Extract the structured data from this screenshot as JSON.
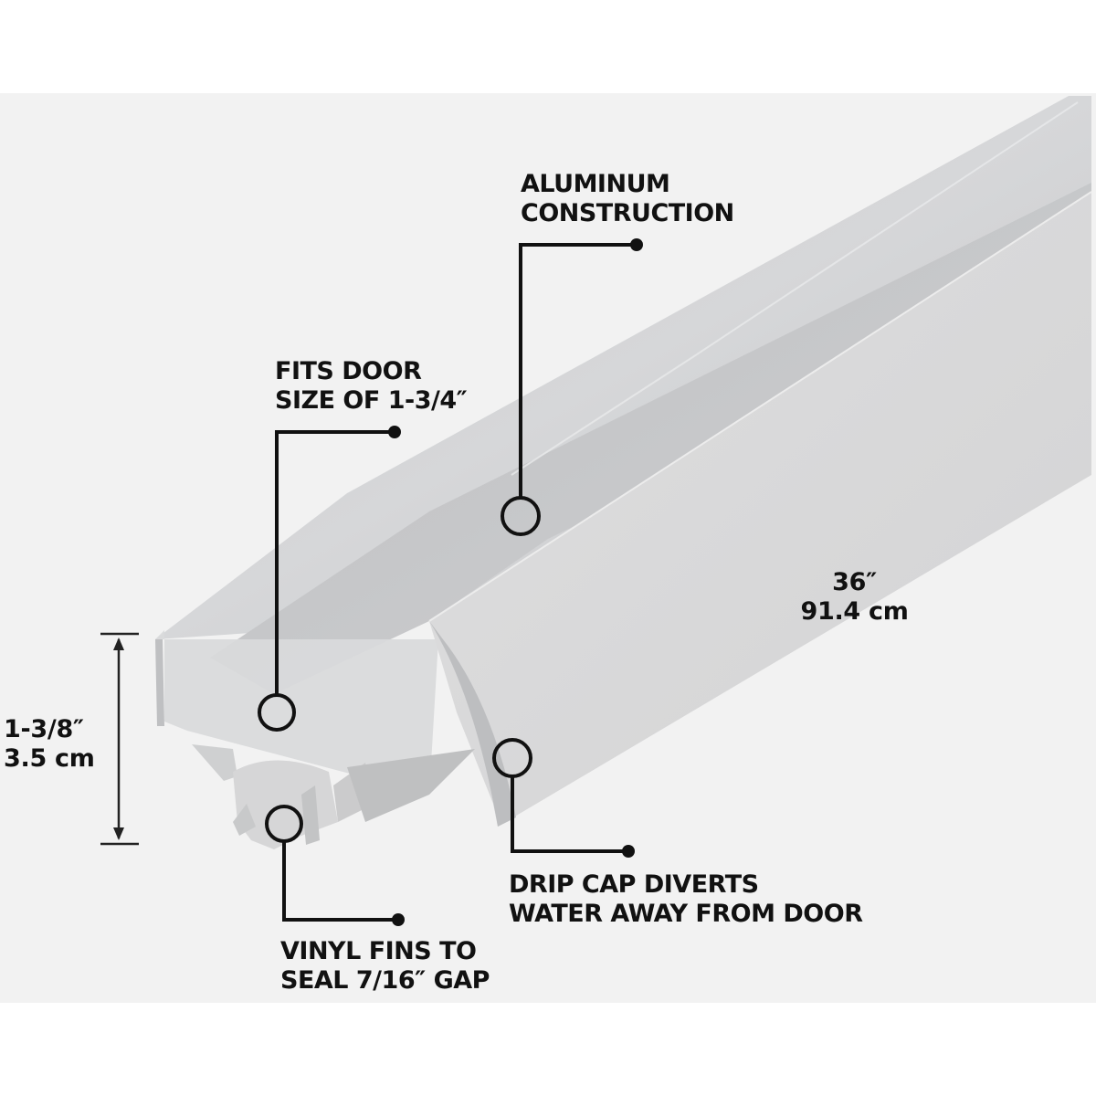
{
  "diagram": {
    "subject": "Aluminum door bottom / drip cap weatherstrip",
    "colors": {
      "page_bg": "#ffffff",
      "panel_bg": "#f2f2f2",
      "metal_light": "#e2e2e2",
      "metal_mid": "#cfd0d2",
      "metal_dark": "#b9babc",
      "vinyl": "#d8d8d8",
      "callout_ink": "#111111"
    },
    "callouts": [
      {
        "id": "aluminum",
        "lines": [
          "ALUMINUM",
          "CONSTRUCTION"
        ]
      },
      {
        "id": "door_size",
        "lines": [
          "FITS DOOR",
          "SIZE OF 1-3/4″"
        ]
      },
      {
        "id": "drip_cap",
        "lines": [
          "DRIP CAP DIVERTS",
          "WATER AWAY FROM DOOR"
        ]
      },
      {
        "id": "vinyl_fins",
        "lines": [
          "VINYL FINS TO",
          "SEAL 7/16″ GAP"
        ]
      }
    ],
    "dimensions": {
      "height": {
        "imperial": "1-3/8″",
        "metric": "3.5 cm"
      },
      "length": {
        "imperial": "36″",
        "metric": "91.4 cm"
      }
    }
  }
}
